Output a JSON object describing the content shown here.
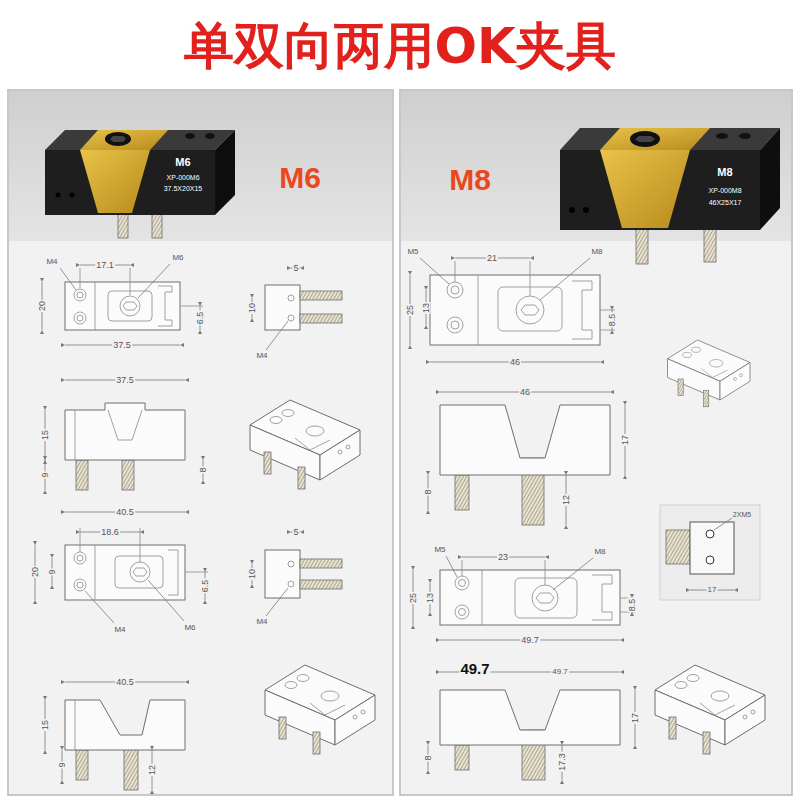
{
  "diagram": {
    "title": "单双向两用OK夹具",
    "labels": [
      "M6",
      "M6",
      "XP-000M6",
      "37.5X20X15",
      "M8",
      "M8",
      "XP-000M8",
      "46X25X17",
      "M4",
      "17.1",
      "M6",
      "20",
      "6.5",
      "37.5",
      "5",
      "10",
      "M4",
      "37.5",
      "15",
      "9",
      "8",
      "40.5",
      "18.6",
      "6.5",
      "9",
      "20",
      "M4",
      "M6",
      "5",
      "10",
      "M4",
      "40.5",
      "15",
      "9",
      "12",
      "M5",
      "21",
      "M8",
      "25",
      "13",
      "8.5",
      "46",
      "46",
      "17",
      "8",
      "12",
      "2XM5",
      "17",
      "M5",
      "23",
      "M8",
      "25",
      "13",
      "8.5",
      "49.7",
      "49.7",
      "49.7",
      "17",
      "8",
      "17.3"
    ]
  }
}
